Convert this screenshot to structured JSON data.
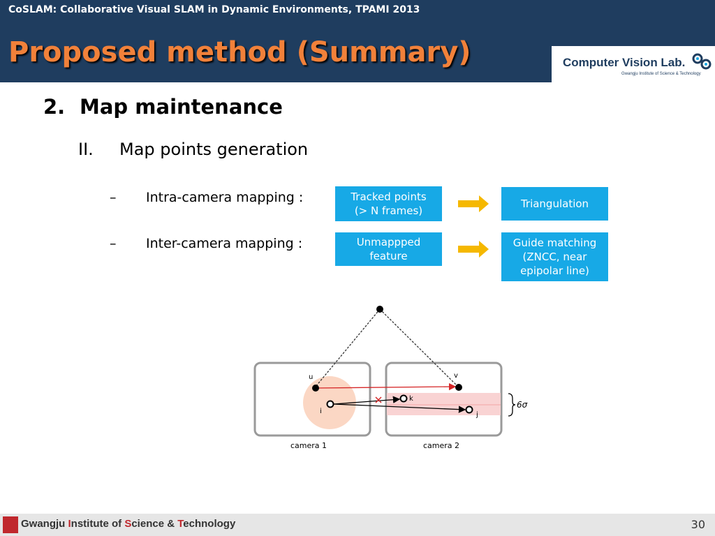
{
  "header": {
    "conference": "CoSLAM: Collaborative Visual SLAM in Dynamic Environments, TPAMI 2013",
    "title": "Proposed method (Summary)",
    "logo_main": "Computer Vision Lab.",
    "logo_sub": "Gwangju Institute of Science & Technology"
  },
  "outline": {
    "section_num": "2.",
    "section_title": "Map maintenance",
    "subsection_num": "II.",
    "subsection_title": "Map points generation",
    "dash": "–"
  },
  "rows": [
    {
      "label": "Intra-camera mapping :",
      "from_line1": "Tracked points",
      "from_line2": "(> N frames)",
      "to_line1": "Triangulation",
      "to_line2": "",
      "to_line3": ""
    },
    {
      "label": "Inter-camera mapping :",
      "from_line1": "Unmappped",
      "from_line2": "feature",
      "to_line1": "Guide matching",
      "to_line2": "(ZNCC, near",
      "to_line3": "epipolar line)"
    }
  ],
  "figure": {
    "label_u": "u",
    "label_v": "v",
    "label_i": "i",
    "label_j": "j",
    "label_k": "k",
    "label_sigma": "6σ",
    "camera1": "camera 1",
    "camera2": "camera 2"
  },
  "footer": {
    "inst_1": "Gwangju ",
    "inst_2": "I",
    "inst_3": "nstitute of ",
    "inst_4": "S",
    "inst_5": "cience & ",
    "inst_6": "T",
    "inst_7": "echnology",
    "page": "30"
  },
  "colors": {
    "header_bg": "#1f3d5f",
    "title": "#f1813a",
    "box": "#17a9e6",
    "arrow": "#f5b800"
  }
}
